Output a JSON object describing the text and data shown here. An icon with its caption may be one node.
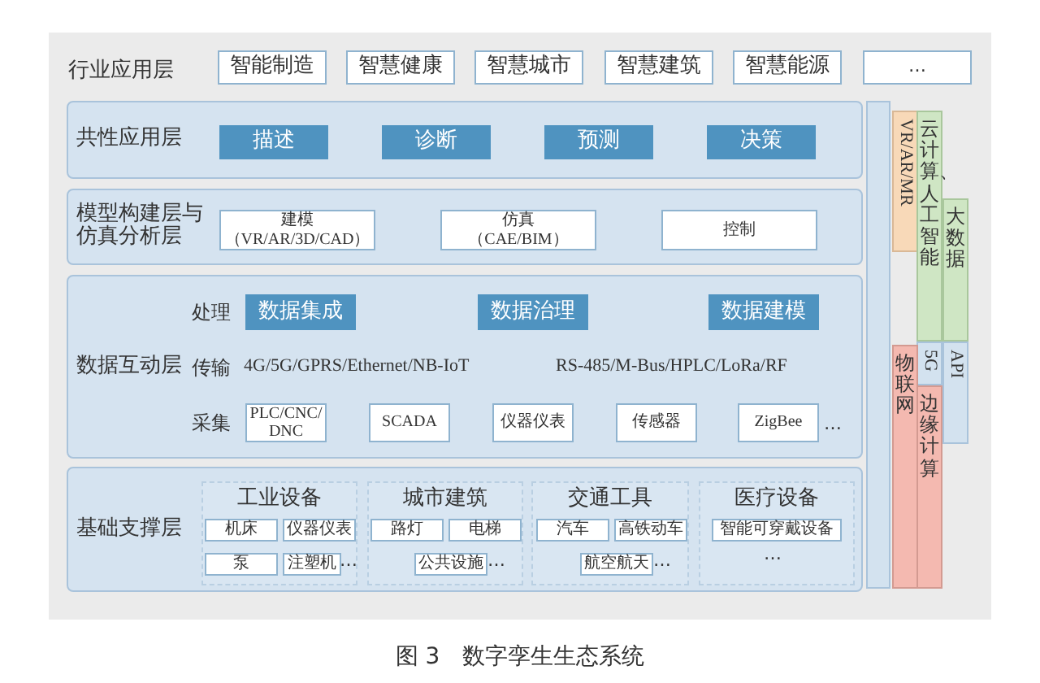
{
  "diagram": {
    "caption": "图 3　数字孪生生态系统",
    "nodes": [
      {
        "text": [
          "智能制造"
        ]
      },
      {
        "text": [
          "智慧健康"
        ]
      },
      {
        "text": [
          "智慧城市"
        ]
      },
      {
        "text": [
          "智慧建筑"
        ]
      },
      {
        "text": [
          "智慧能源"
        ]
      },
      {
        "text": [
          "…"
        ]
      },
      {
        "text": [
          "共性应用层"
        ]
      },
      {
        "text": [
          "描述"
        ],
        "in": 6
      },
      {
        "text": [
          "诊断"
        ],
        "in": 6
      },
      {
        "text": [
          "预测"
        ],
        "in": 6
      },
      {
        "text": [
          "决策"
        ],
        "in": 6
      },
      {
        "text": [
          "模型构建层与仿真分析层"
        ]
      },
      {
        "text": [
          "建模",
          "（VR/AR/3D/CAD）"
        ],
        "in": 11
      },
      {
        "text": [
          "仿真",
          "（CAE/BIM）"
        ],
        "in": 11
      },
      {
        "text": [
          "控制"
        ],
        "in": 11
      },
      {
        "text": [
          "数据互动层"
        ]
      },
      {
        "text": [
          "数据集成"
        ],
        "in": 15
      },
      {
        "text": [
          "数据治理"
        ],
        "in": 15
      },
      {
        "text": [
          "数据建模"
        ],
        "in": 15
      },
      {
        "text": [
          "PLC/CNC/ DNC"
        ],
        "in": 15
      },
      {
        "text": [
          "SCADA"
        ],
        "in": 15
      },
      {
        "text": [
          "仪器仪表"
        ],
        "in": 15
      },
      {
        "text": [
          "传感器"
        ],
        "in": 15
      },
      {
        "text": [
          "ZigBee"
        ],
        "in": 15
      },
      {
        "text": [
          "基础支撑层"
        ]
      },
      {
        "text": [
          "工业设备"
        ],
        "in": 24
      },
      {
        "text": [
          "机床"
        ],
        "in": 25
      },
      {
        "text": [
          "仪器仪表"
        ],
        "in": 25
      },
      {
        "text": [
          "泵"
        ],
        "in": 25
      },
      {
        "text": [
          "注塑机"
        ],
        "in": 25
      },
      {
        "text": [
          "城市建筑"
        ],
        "in": 24
      },
      {
        "text": [
          "路灯"
        ],
        "in": 30
      },
      {
        "text": [
          "电梯"
        ],
        "in": 30
      },
      {
        "text": [
          "公共设施"
        ],
        "in": 30
      },
      {
        "text": [
          "交通工具"
        ],
        "in": 24
      },
      {
        "text": [
          "汽车"
        ],
        "in": 34
      },
      {
        "text": [
          "高铁动车"
        ],
        "in": 34
      },
      {
        "text": [
          "航空航天"
        ],
        "in": 34
      },
      {
        "text": [
          "医疗设备"
        ],
        "in": 24
      },
      {
        "text": [
          "智能可穿戴设备"
        ],
        "in": 38
      },
      {
        "text": [],
        "shape": "bar"
      },
      {
        "text": [
          "VR/AR/MR"
        ]
      },
      {
        "text": [
          "云计算、人工智能"
        ]
      },
      {
        "text": [
          "大数据"
        ]
      },
      {
        "text": [
          "5G"
        ]
      },
      {
        "text": [
          "API"
        ]
      },
      {
        "text": [
          "物联网"
        ]
      },
      {
        "text": [
          "边缘计算"
        ]
      }
    ],
    "labels": [
      "行业应用层",
      "处理",
      "传输",
      "4G/5G/GPRS/Ethernet/NB-IoT",
      "RS-485/M-Bus/HPLC/LoRa/RF",
      "采集",
      "…",
      "…",
      "…",
      "…",
      "…"
    ]
  }
}
